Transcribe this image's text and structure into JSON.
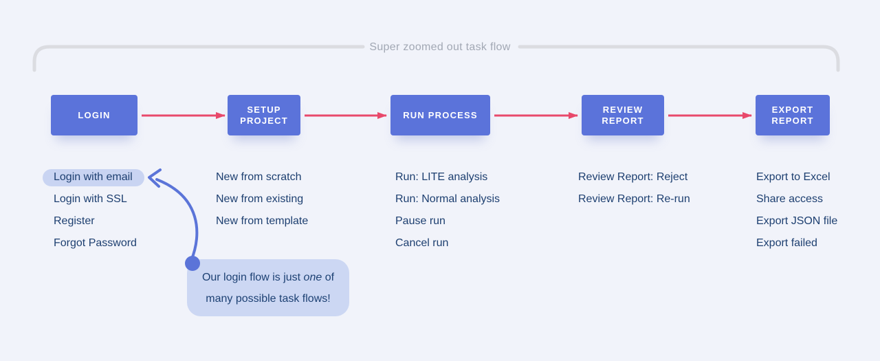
{
  "header": {
    "title": "Super zoomed out task flow"
  },
  "flow": {
    "steps": [
      {
        "id": "login",
        "label": "LOGIN"
      },
      {
        "id": "setup-project",
        "label": "SETUP PROJECT"
      },
      {
        "id": "run-process",
        "label": "RUN PROCESS"
      },
      {
        "id": "review-report",
        "label": "REVIEW REPORT"
      },
      {
        "id": "export-report",
        "label": "EXPORT REPORT"
      }
    ]
  },
  "columns": [
    {
      "step": "LOGIN",
      "highlighted_item": "Login with email",
      "items": [
        "Login with email",
        "Login with SSL",
        "Register",
        "Forgot Password"
      ]
    },
    {
      "step": "SETUP PROJECT",
      "items": [
        "New from scratch",
        "New from existing",
        "New from template"
      ]
    },
    {
      "step": "RUN PROCESS",
      "items": [
        "Run: LITE analysis",
        "Run: Normal analysis",
        "Pause run",
        "Cancel run"
      ]
    },
    {
      "step": "REVIEW REPORT",
      "items": [
        "Review Report: Reject",
        "Review Report: Re-run"
      ]
    },
    {
      "step": "EXPORT REPORT",
      "items": [
        "Export to Excel",
        "Share access",
        "Export JSON file",
        "Export failed"
      ]
    }
  ],
  "callout": {
    "line1_prefix": "Our login flow is just ",
    "line1_emphasis": "one",
    "line1_suffix": " of",
    "line2": "many possible task flows!"
  },
  "colors": {
    "background": "#f1f3fa",
    "step_box": "#5b73da",
    "flow_arrow_red": "#e8496b",
    "highlight_pill": "#c9d4f2",
    "callout_bubble": "#ccd7f3",
    "text_navy": "#1d3f70",
    "bracket_gray": "#dbdce1",
    "title_gray": "#a2a8b4",
    "connector_blue": "#5b74d8"
  }
}
